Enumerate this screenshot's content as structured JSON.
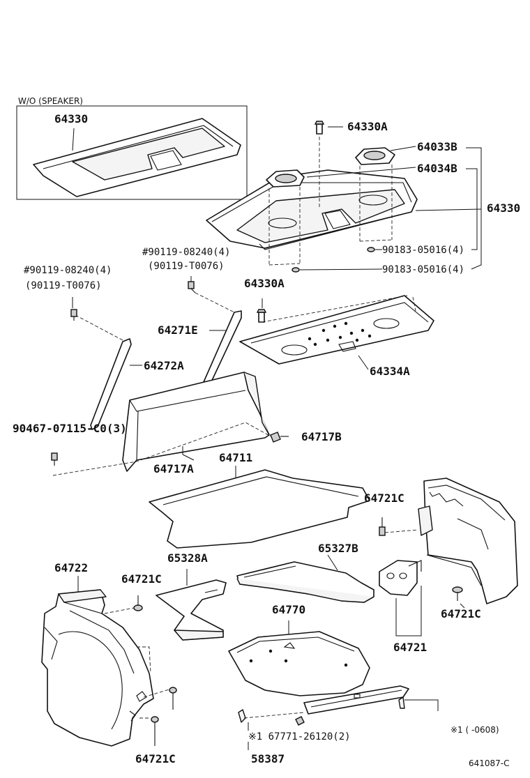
{
  "inset_title": "W/O (SPEAKER)",
  "labels": {
    "p64330_inset": "64330",
    "p64330A_top": "64330A",
    "p64033B": "64033B",
    "p64034B": "64034B",
    "p64330_right": "64330",
    "p90183_a": "90183-05016(4)",
    "p90183_b": "90183-05016(4)",
    "p90119_right_1": "#90119-08240(4)",
    "p90119_right_2": "(90119-T0076)",
    "p90119_left_1": "#90119-08240(4)",
    "p90119_left_2": "(90119-T0076)",
    "p64330A_mid": "64330A",
    "p64271E": "64271E",
    "p64272A": "64272A",
    "p64334A": "64334A",
    "p90467": "90467-07115-C0(3)",
    "p64717B": "64717B",
    "p64711": "64711",
    "p64717A": "64717A",
    "p64721C_right_top": "64721C",
    "p64722": "64722",
    "p65328A": "65328A",
    "p65327B": "65327B",
    "p64721C_left": "64721C",
    "p64721C_right_bot": "64721C",
    "p64770": "64770",
    "p64721": "64721",
    "p67771": "※1 67771-26120(2)",
    "p64721C_bottom": "64721C",
    "p58387": "58387",
    "footnote": "※1 (    -0608)",
    "diagram_code": "641087-C"
  }
}
